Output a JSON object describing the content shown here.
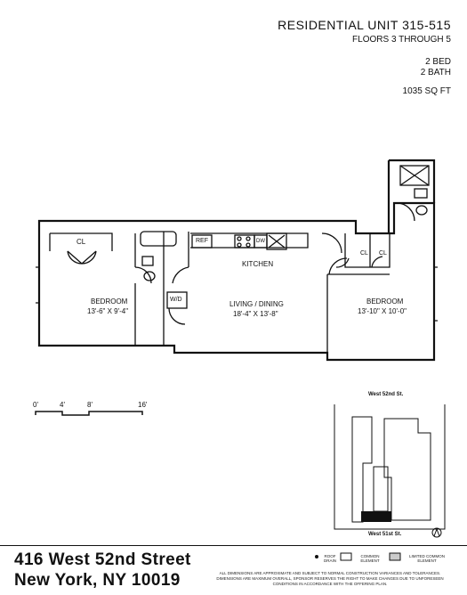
{
  "header": {
    "unit_title": "RESIDENTIAL UNIT 315-515",
    "floors": "FLOORS 3 THROUGH 5",
    "beds": "2 BED",
    "baths": "2 BATH",
    "area": "1035 SQ FT"
  },
  "rooms": {
    "bedroom_left": {
      "name": "BEDROOM",
      "dims": "13'-6\" X 9'-4\""
    },
    "living": {
      "name": "LIVING / DINING",
      "dims": "18'-4\" X 13'-8\""
    },
    "bedroom_right": {
      "name": "BEDROOM",
      "dims": "13'-10\" X 10'-0\""
    },
    "kitchen": "KITCHEN",
    "closet": "CL",
    "washer_dryer": "W/D",
    "refrigerator": "REF",
    "dishwasher": "DW"
  },
  "scale": {
    "ticks": [
      "0'",
      "4'",
      "8'",
      "16'"
    ]
  },
  "keyplan": {
    "north_street": "West 52nd St.",
    "south_street": "West 51st St."
  },
  "legend": {
    "roof_drain": "ROOF DRAIN",
    "common_element": "COMMON ELEMENT",
    "limited_common_element": "LIMITED COMMON ELEMENT"
  },
  "address": {
    "line1": "416 West 52nd Street",
    "line2": "New York, NY 10019"
  },
  "disclaimer": "ALL DIMENSIONS ARE APPROXIMATE AND SUBJECT TO NORMAL CONSTRUCTION VARIANCES AND TOLERANCES. DIMENSIONS ARE MAXIMUM OVERALL, SPONSOR RESERVES THE RIGHT TO MAKE CHANGES DUE TO UNFORESEEN CONDITIONS IN ACCORDANCE WITH THE OFFERING PLAN."
}
